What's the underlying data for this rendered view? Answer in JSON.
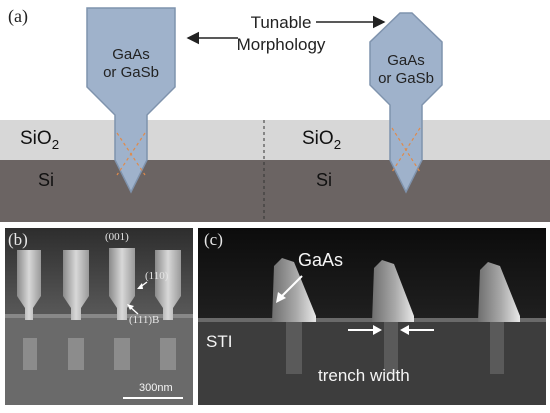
{
  "panel_a": {
    "label": "(a)",
    "annotation": "Tunable Morphology",
    "left_crystal": {
      "line1": "GaAs",
      "line2": "or GaSb"
    },
    "right_crystal": {
      "line1": "GaAs",
      "line2": "or GaSb"
    },
    "oxide_left": "SiO2",
    "oxide_right": "SiO2",
    "substrate_left": "Si",
    "substrate_right": "Si",
    "colors": {
      "crystal": "#9fb2cb",
      "crystal_edge": "#7f93ad",
      "oxide": "#d7d7d7",
      "substrate": "#6b6463",
      "defect_lines": "#e08a4a"
    }
  },
  "panel_b": {
    "label": "(b)",
    "facet_top": "(001)",
    "facet_side": "(110)",
    "facet_bottom": "(111)B",
    "scale_bar": "300nm"
  },
  "panel_c": {
    "label": "(c)",
    "material": "GaAs",
    "isolation": "STI",
    "caption": "trench width"
  }
}
